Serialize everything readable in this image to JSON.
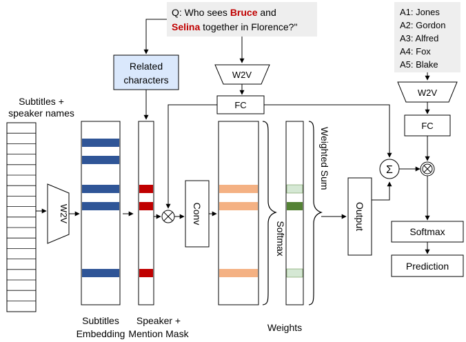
{
  "question": {
    "prefix": "Q: Who sees ",
    "name1": "Bruce",
    "middle": " and",
    "name2": "Selina",
    "suffix": " together in Florence?\""
  },
  "answers": [
    "A1: Jones",
    "A2: Gordon",
    "A3: Alfred",
    "A4: Fox",
    "A5: Blake"
  ],
  "labels": {
    "input_line1": "Subtitles +",
    "input_line2": "speaker names",
    "related_line1": "Related",
    "related_line2": "characters",
    "w2v": "W2V",
    "fc": "FC",
    "conv": "Conv",
    "softmax_vertical": "Softmax",
    "weighted_sum": "Weighted Sum",
    "output": "Output",
    "softmax": "Softmax",
    "prediction": "Prediction",
    "subtitles_embedding_line1": "Subtitles",
    "subtitles_embedding_line2": "Embedding",
    "speaker_mask_line1": "Speaker +",
    "speaker_mask_line2": "Mention Mask",
    "weights": "Weights",
    "sum_symbol": "Σ",
    "mult_symbol": "⊗"
  },
  "colors": {
    "name_highlight": "#c00000",
    "embedding_band": "#2f5597",
    "mask_band": "#c00000",
    "conv_band": "#f4b183",
    "weight_light": "#d5e8d4",
    "weight_dark": "#548235",
    "related_box": "#dae8fc",
    "question_box": "#eeeeee"
  }
}
